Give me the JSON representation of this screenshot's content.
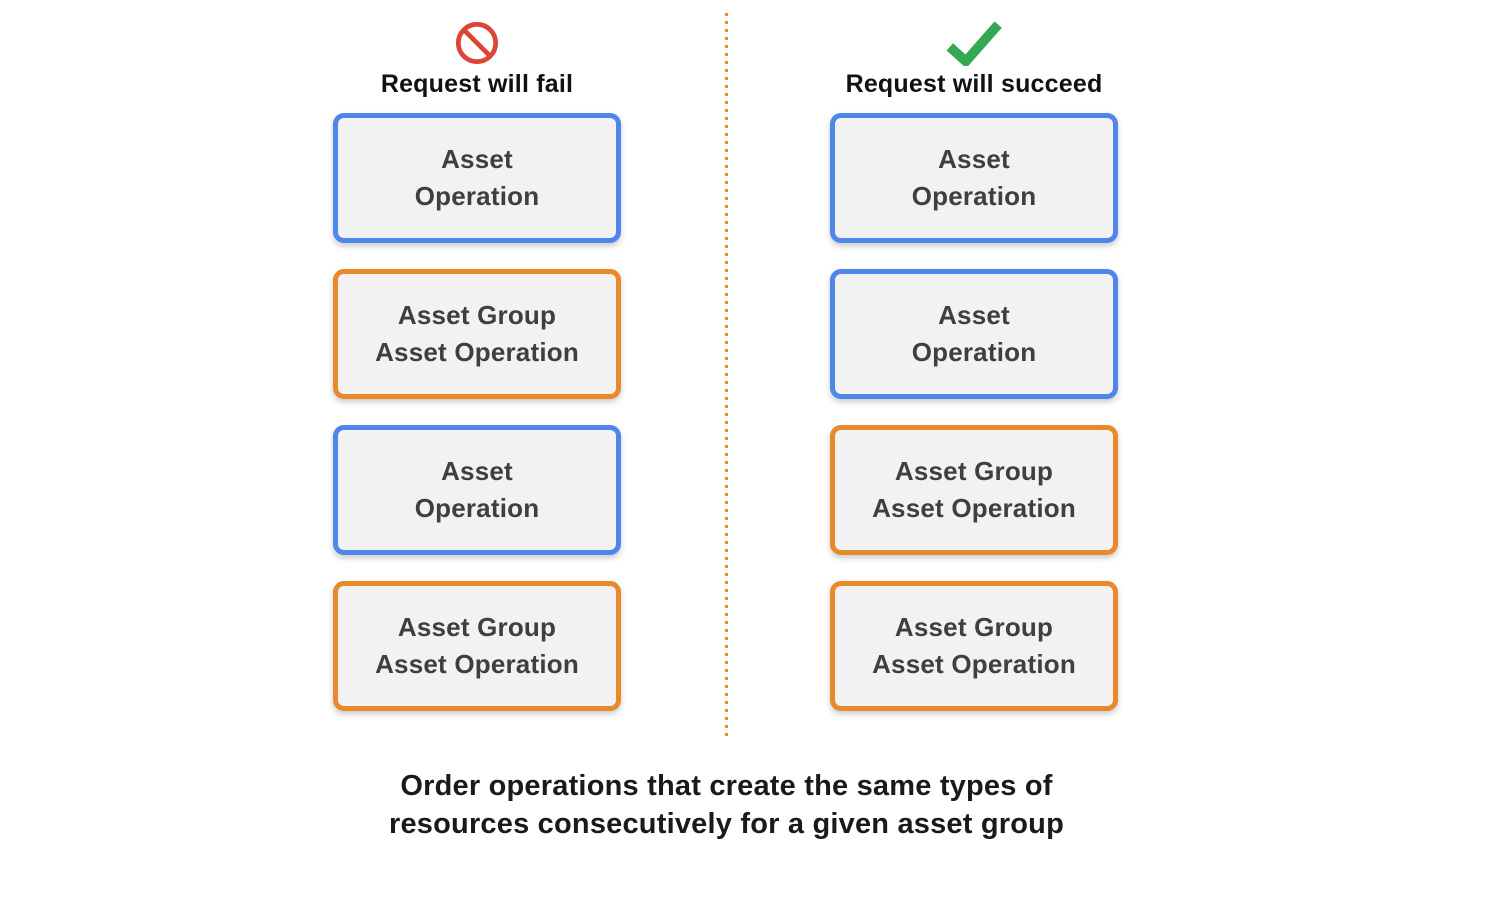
{
  "colors": {
    "blue": "#4E86EC",
    "orange": "#E8892C",
    "box-fill": "#F2F2F2",
    "box-text": "#3C4043",
    "heading-text": "#111111",
    "fail-icon": "#DE4537",
    "success-icon": "#34A853",
    "divider": "#E8892C",
    "caption-text": "#1A1A1A"
  },
  "fail_column": {
    "title": "Request will fail",
    "icon": "prohibition",
    "boxes": [
      {
        "type": "asset_operation",
        "label": "Asset\nOperation"
      },
      {
        "type": "asset_group_asset_operation",
        "label": "Asset Group\nAsset Operation"
      },
      {
        "type": "asset_operation",
        "label": "Asset\nOperation"
      },
      {
        "type": "asset_group_asset_operation",
        "label": "Asset Group\nAsset Operation"
      }
    ]
  },
  "succeed_column": {
    "title": "Request will succeed",
    "icon": "checkmark",
    "boxes": [
      {
        "type": "asset_operation",
        "label": "Asset\nOperation"
      },
      {
        "type": "asset_operation",
        "label": "Asset\nOperation"
      },
      {
        "type": "asset_group_asset_operation",
        "label": "Asset Group\nAsset Operation"
      },
      {
        "type": "asset_group_asset_operation",
        "label": "Asset Group\nAsset Operation"
      }
    ]
  },
  "caption": "Order operations that create the same types of\nresources consecutively for a given asset group"
}
